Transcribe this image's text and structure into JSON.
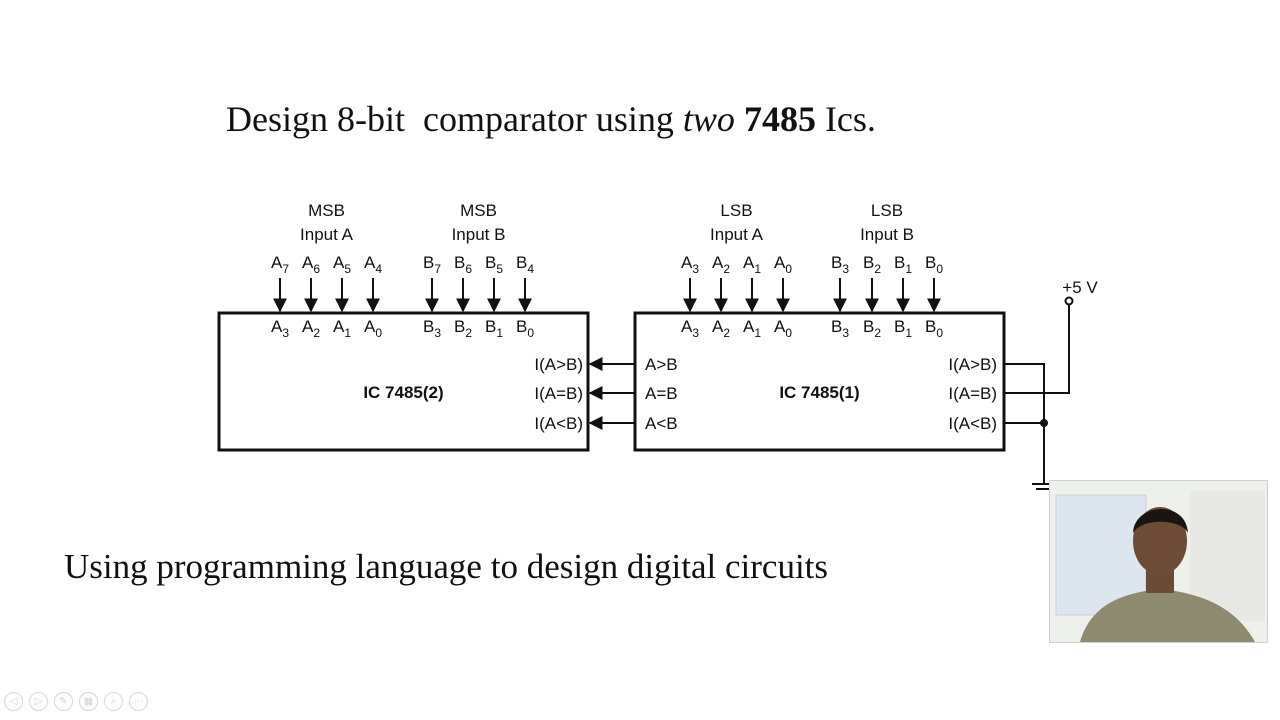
{
  "slide": {
    "title": {
      "part1": "Design 8-bit  comparator using ",
      "italic": "two",
      "bold": "7485",
      "part3": " Ics."
    },
    "subtitle": "Using programming language to design digital circuits"
  },
  "diagram": {
    "ic2": {
      "label": "IC 7485(2)",
      "group_a": {
        "line1": "MSB",
        "line2": "Input A"
      },
      "group_b": {
        "line1": "MSB",
        "line2": "Input B"
      },
      "ext_a": [
        "A7",
        "A6",
        "A5",
        "A4"
      ],
      "ext_b": [
        "B7",
        "B6",
        "B5",
        "B4"
      ],
      "pins_a": [
        "A3",
        "A2",
        "A1",
        "A0"
      ],
      "pins_b": [
        "B3",
        "B2",
        "B1",
        "B0"
      ],
      "cascade_inputs": [
        "I(A>B)",
        "I(A=B)",
        "I(A<B)"
      ]
    },
    "ic1": {
      "label": "IC 7485(1)",
      "group_a": {
        "line1": "LSB",
        "line2": "Input A"
      },
      "group_b": {
        "line1": "LSB",
        "line2": "Input B"
      },
      "ext_a": [
        "A3",
        "A2",
        "A1",
        "A0"
      ],
      "ext_b": [
        "B3",
        "B2",
        "B1",
        "B0"
      ],
      "pins_a": [
        "A3",
        "A2",
        "A1",
        "A0"
      ],
      "pins_b": [
        "B3",
        "B2",
        "B1",
        "B0"
      ],
      "outputs": [
        "A>B",
        "A=B",
        "A<B"
      ],
      "cascade_inputs": [
        "I(A>B)",
        "I(A=B)",
        "I(A<B)"
      ]
    },
    "supply": "+5 V"
  },
  "controls": [
    {
      "icon": "prev-icon",
      "glyph": "◁"
    },
    {
      "icon": "next-icon",
      "glyph": "▷"
    },
    {
      "icon": "pen-icon",
      "glyph": "✎"
    },
    {
      "icon": "grid-icon",
      "glyph": "▦"
    },
    {
      "icon": "zoom-icon",
      "glyph": "⌕"
    },
    {
      "icon": "more-icon",
      "glyph": "⋯"
    }
  ]
}
